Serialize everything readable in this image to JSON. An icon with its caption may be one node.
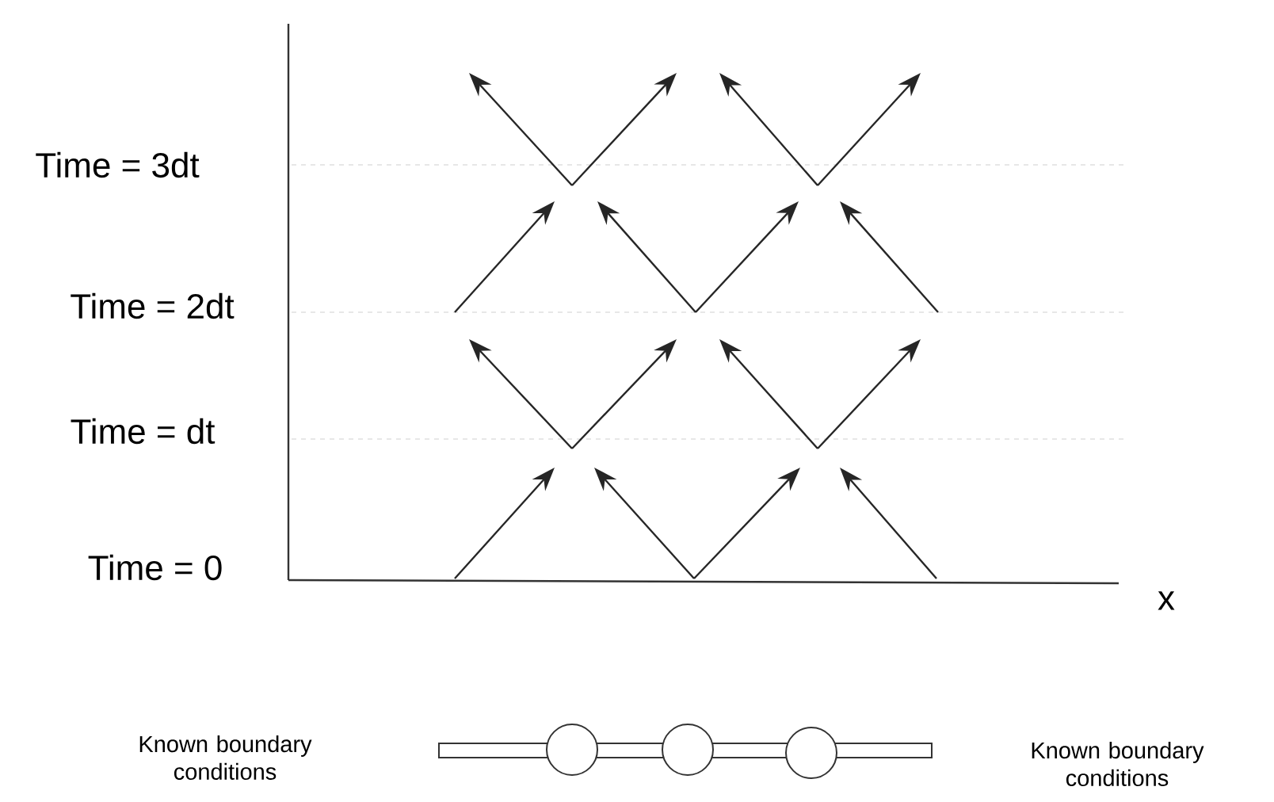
{
  "diagram": {
    "labels": [
      "Time = 3dt",
      "Time = 2dt",
      "Time = dt",
      "Time = 0",
      "x",
      "Known boundary conditions",
      "Known boundary conditions"
    ]
  }
}
